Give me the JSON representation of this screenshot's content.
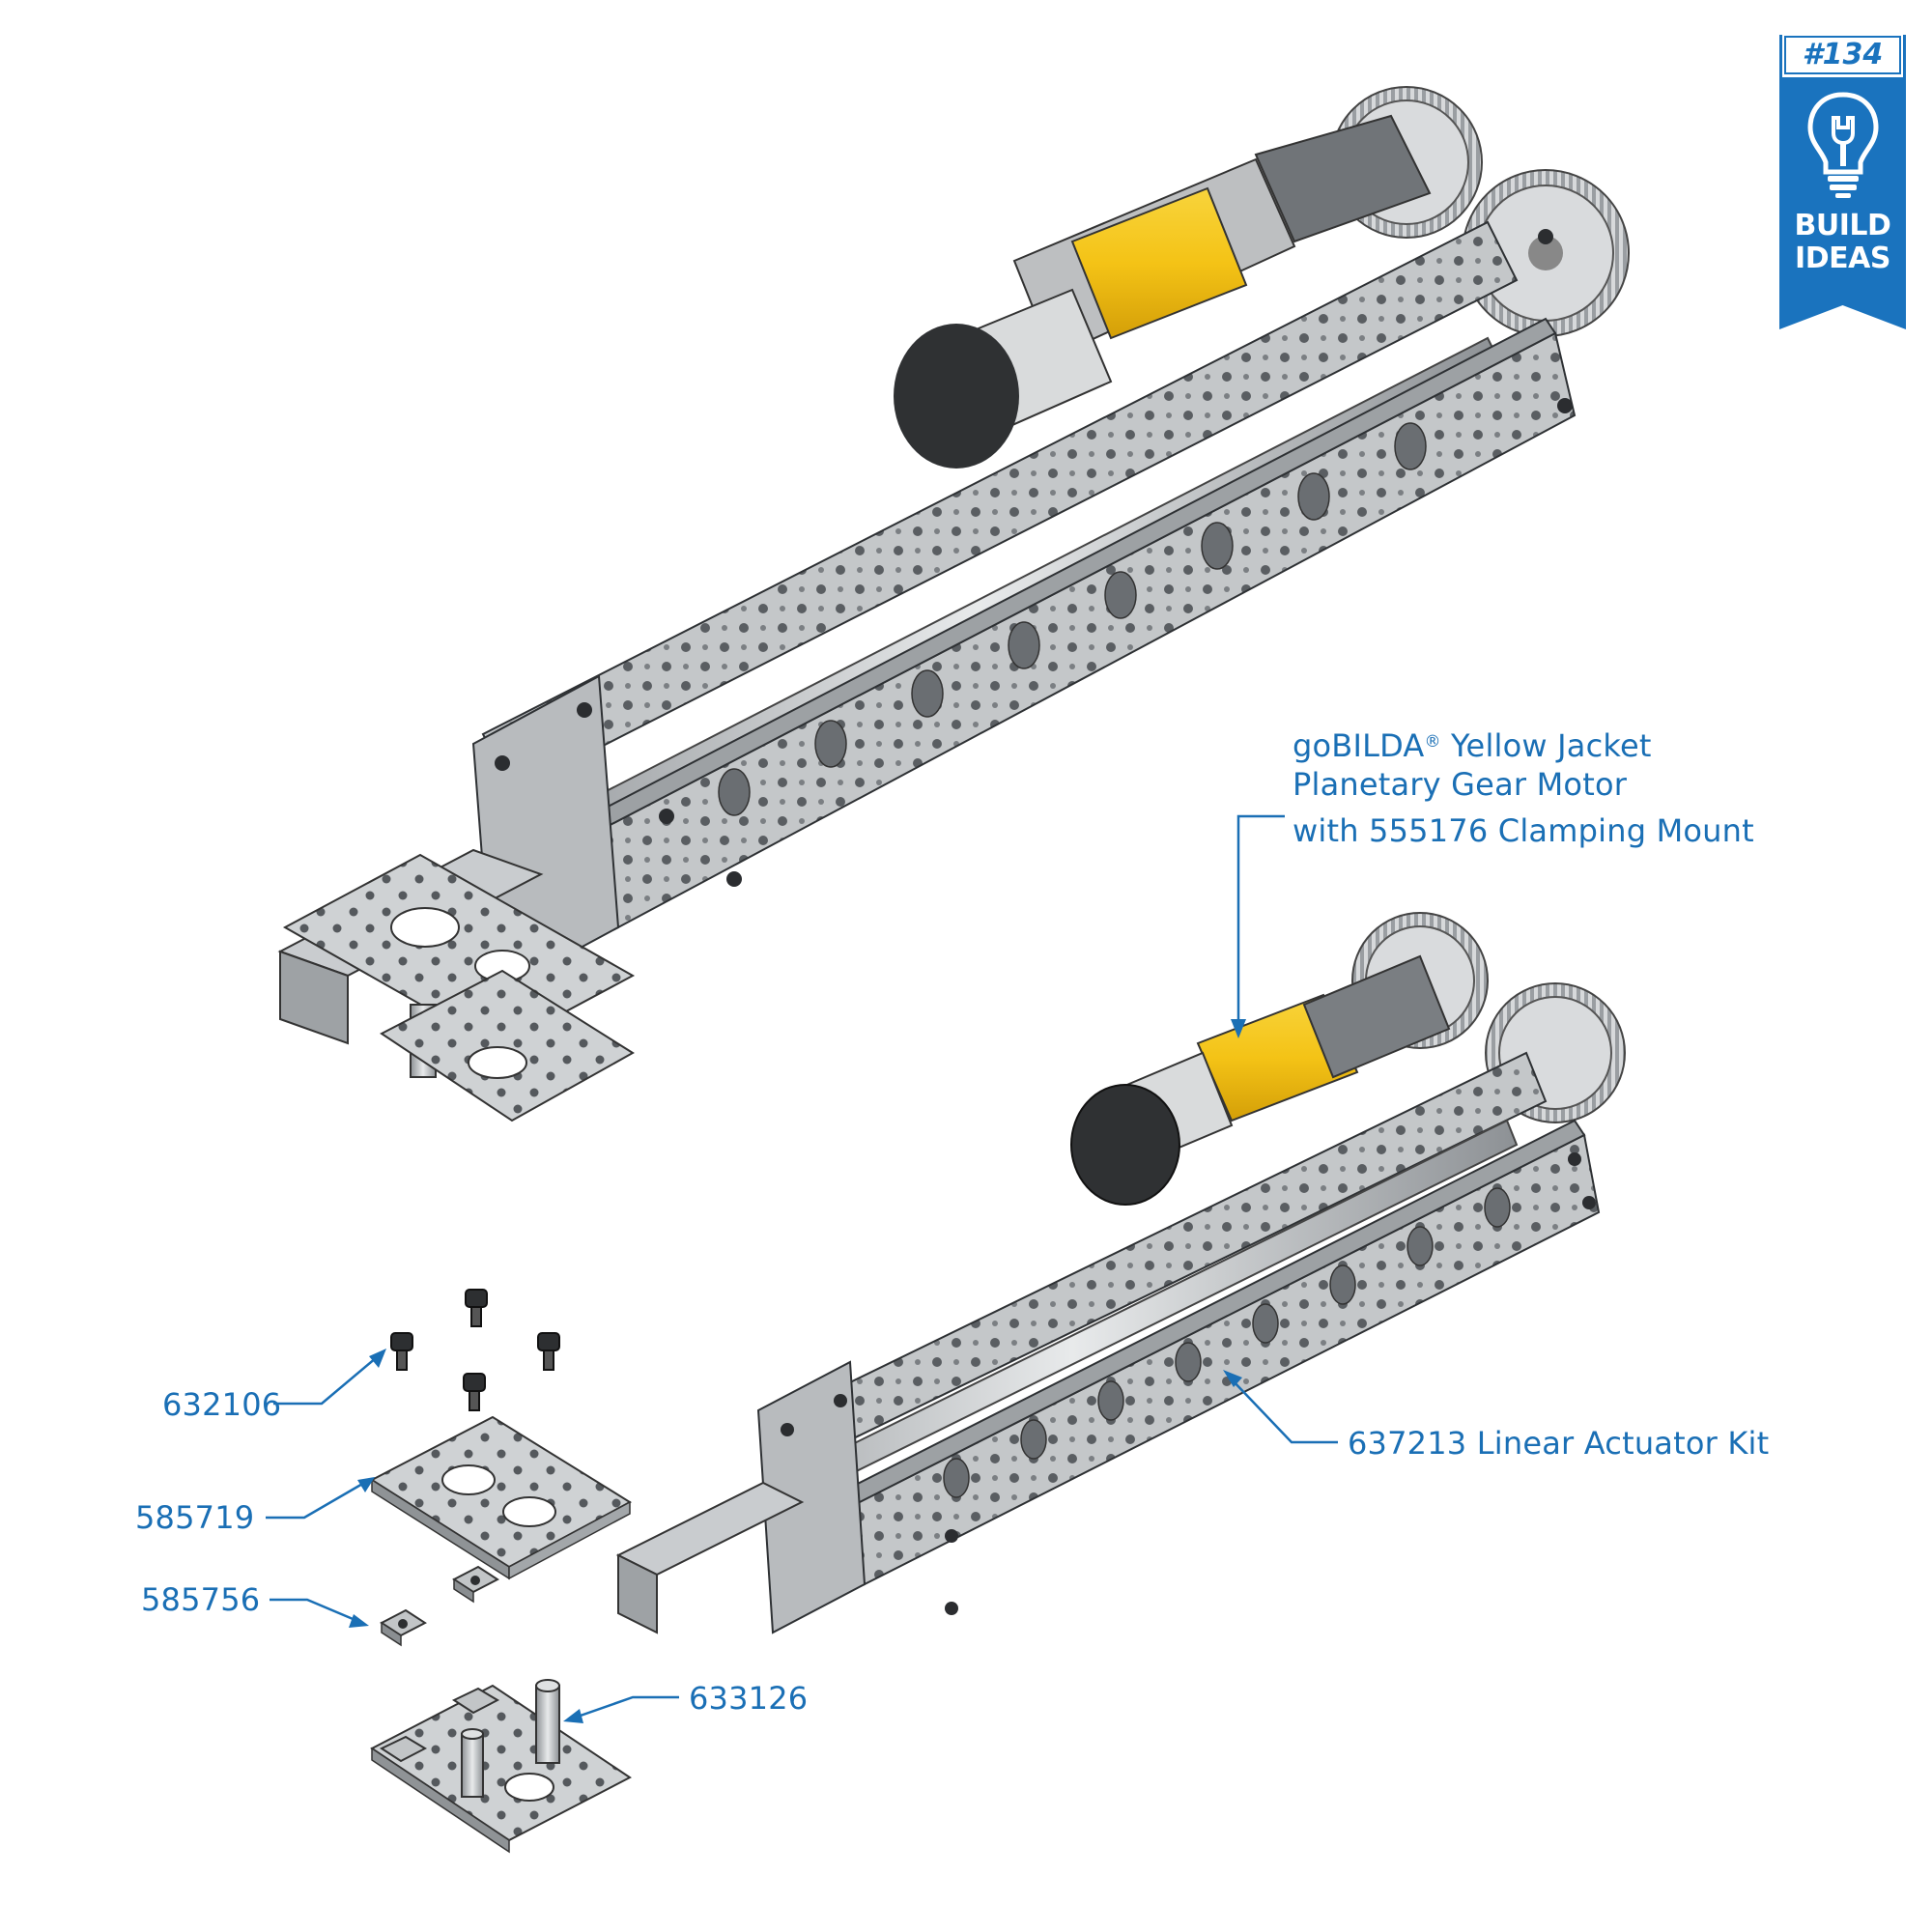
{
  "badge": {
    "number": "#134",
    "line1": "BUILD",
    "line2": "IDEAS",
    "icon": "lightbulb-wrench-icon",
    "color": "#1a73be"
  },
  "callouts": {
    "motor": {
      "line1_pre": "goBILDA",
      "line1_reg": "®",
      "line1_post": " Yellow Jacket",
      "line2": "Planetary Gear Motor",
      "line3": "with 555176 Clamping Mount"
    },
    "kit": "637213 Linear Actuator Kit",
    "screw": "632106",
    "plate": "585719",
    "nut": "585756",
    "standoff": "633126"
  },
  "colors": {
    "callout_text": "#1a6fb5",
    "motor_yellow": "#f4c316",
    "aluminum": "#bfc2c4"
  }
}
